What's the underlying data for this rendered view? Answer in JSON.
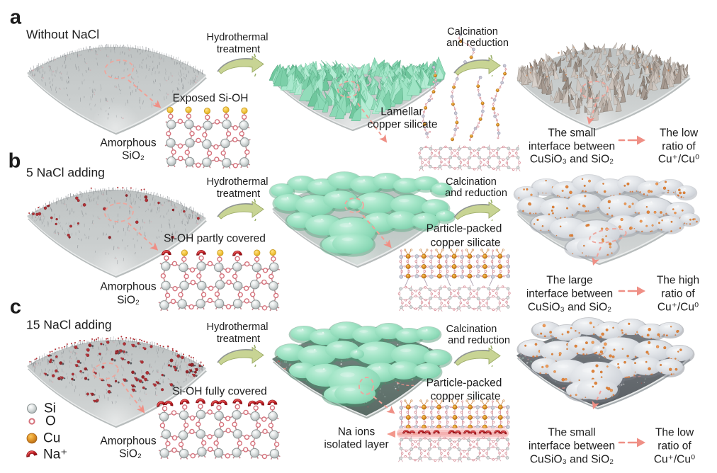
{
  "figure": {
    "background": "#ffffff",
    "panels": [
      {
        "label": "a",
        "title": "Without NaCl",
        "surface_state": "Exposed Si-OH",
        "substrate": {
          "line1": "Amorphous",
          "line2": "SiO₂"
        },
        "intermediate": {
          "line1": "Lamellar",
          "line2": "copper silicate"
        },
        "interface": {
          "line1": "The small",
          "line2": "interface between",
          "line3": "CuSiO₃ and SiO₂"
        },
        "ratio": {
          "line1": "The low",
          "line2": "ratio of",
          "line3": "Cu⁺/Cu⁰"
        }
      },
      {
        "label": "b",
        "title": "5 NaCl adding",
        "surface_state": "Si-OH partly covered",
        "substrate": {
          "line1": "Amorphous",
          "line2": "SiO₂"
        },
        "intermediate": {
          "line1": "Particle-packed",
          "line2": "copper silicate"
        },
        "interface": {
          "line1": "The large",
          "line2": "interface between",
          "line3": "CuSiO₃ and SiO₂"
        },
        "ratio": {
          "line1": "The high",
          "line2": "ratio of",
          "line3": "Cu⁺/Cu⁰"
        }
      },
      {
        "label": "c",
        "title": "15 NaCl adding",
        "surface_state": "Si-OH fully covered",
        "substrate": {
          "line1": "Amorphous",
          "line2": "SiO₂"
        },
        "intermediate": {
          "line1": "Particle-packed",
          "line2": "copper silicate"
        },
        "na_layer": {
          "line1": "Na ions",
          "line2": "isolated layer"
        },
        "interface": {
          "line1": "The small",
          "line2": "interface between",
          "line3": "CuSiO₃ and SiO₂"
        },
        "ratio": {
          "line1": "The low",
          "line2": "ratio of",
          "line3": "Cu⁺/Cu⁰"
        }
      }
    ],
    "steps": {
      "hydrothermal": {
        "line1": "Hydrothermal",
        "line2": "treatment"
      },
      "calcination": {
        "line1": "Calcination",
        "line2": "and reduction"
      }
    },
    "legend": {
      "items": [
        {
          "icon": "si-atom-icon",
          "label": "Si"
        },
        {
          "icon": "o-atom-icon",
          "label": "O"
        },
        {
          "icon": "cu-atom-icon",
          "label": "Cu"
        },
        {
          "icon": "na-ion-icon",
          "label": "Na⁺"
        }
      ]
    },
    "colors": {
      "text": "#1c1c1c",
      "silica_gray": "#ced2d2",
      "copper_silicate_green": "#8edcbb",
      "reduced_copper_taupe": "#b5a9a1",
      "cu_particle_orange": "#e0843c",
      "na_red": "#a81218",
      "h_yellow": "#f2c53d",
      "o_pink": "#d5717b",
      "arrow_salmon": "#ef8f85",
      "step_arrow_green": "#c8d494"
    }
  }
}
